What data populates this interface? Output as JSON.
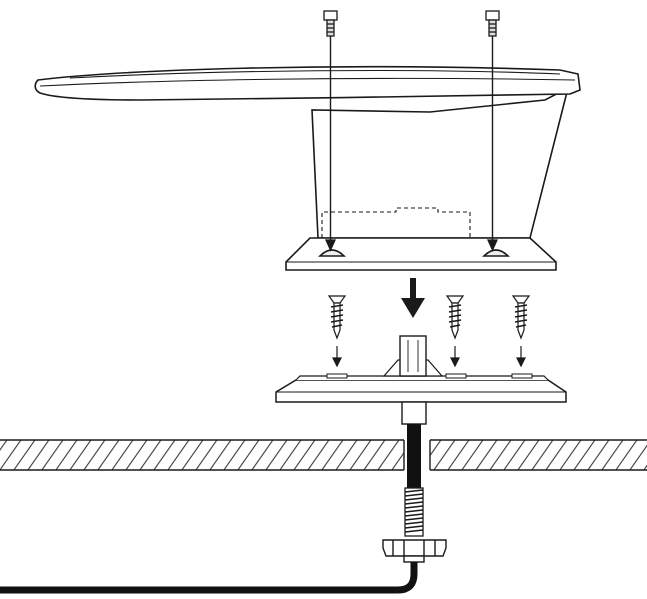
{
  "figure": {
    "kind": "exploded-installation-diagram",
    "parts": {
      "antenna_body": "antenna-radome",
      "top_screws": "machine-screw",
      "mount_screws": "wood-screw",
      "base": "mounting-base",
      "mounting_surface": "deck-surface",
      "cable": "antenna-cable",
      "nut": "knurled-nut",
      "thread": "threaded-stud"
    },
    "colors": {
      "line": "#1a1a1a",
      "fill": "#ffffff",
      "hatch": "#333333",
      "cable": "#111111"
    }
  }
}
